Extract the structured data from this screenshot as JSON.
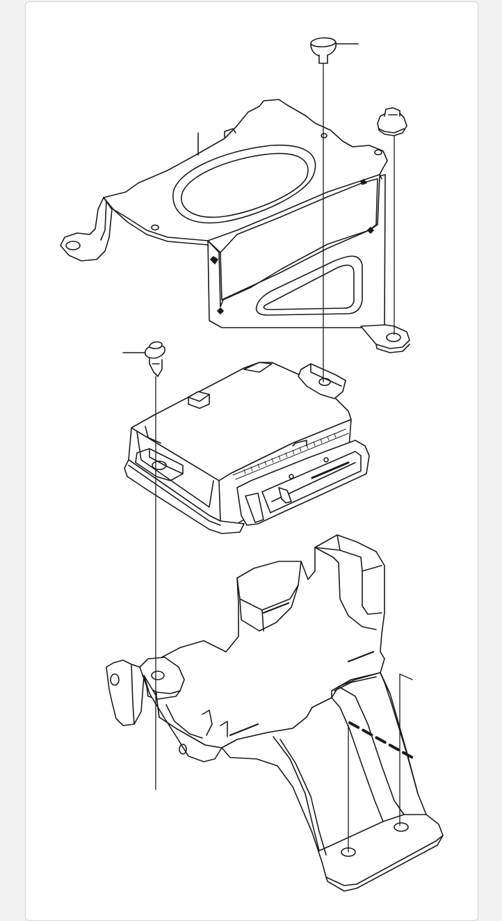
{
  "diagram": {
    "kind": "exploded parts view",
    "colors": {
      "background": "#f2f2f2",
      "card": "#ffffff",
      "line": "#1a1a1a",
      "card_border": "#d6d6d6"
    },
    "parts": [
      "top-mounting-bracket",
      "mounting-bolt",
      "hex-nut",
      "control-module",
      "plastic-push-rivet",
      "bottom-support-bracket"
    ]
  }
}
